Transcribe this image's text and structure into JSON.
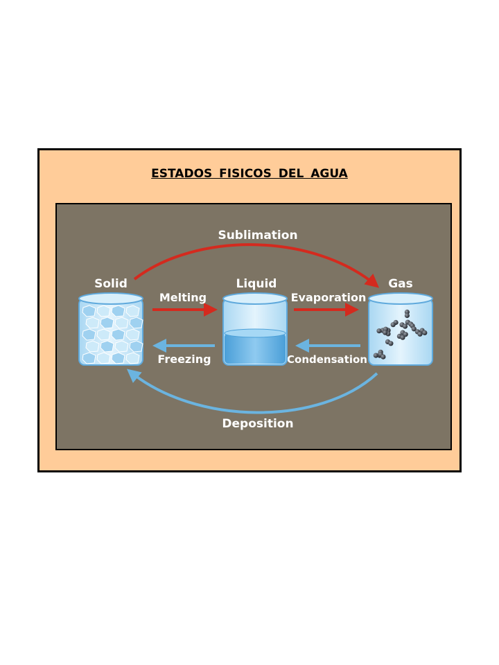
{
  "title": "ESTADOS FISICOS DEL AGUA",
  "states": {
    "solid": "Solid",
    "liquid": "Liquid",
    "gas": "Gas"
  },
  "transitions": {
    "sublimation": "Sublimation",
    "melting": "Melting",
    "evaporation": "Evaporation",
    "freezing": "Freezing",
    "condensation": "Condensation",
    "deposition": "Deposition"
  },
  "colors": {
    "frame_fill": "#ffcc99",
    "panel_fill": "#7d7464",
    "heating_arrow": "#d42a1e",
    "cooling_arrow": "#6bb4e0",
    "water": "#6fb8e8"
  }
}
